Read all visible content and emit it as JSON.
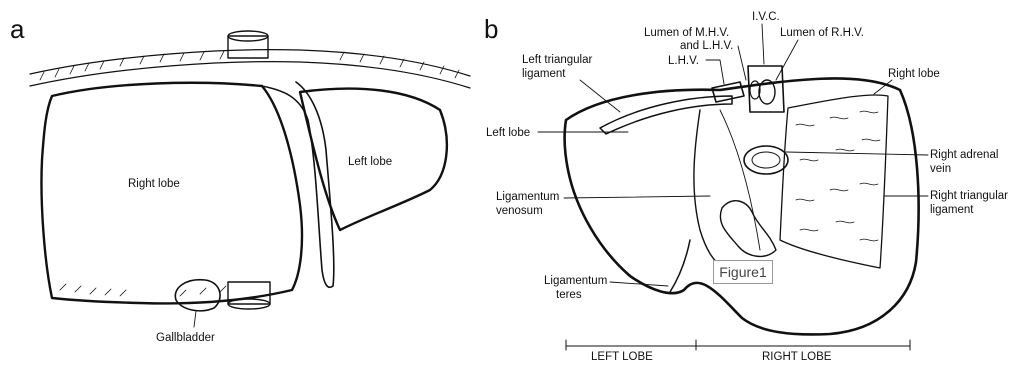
{
  "panels": {
    "a": "a",
    "b": "b"
  },
  "panel_a": {
    "right_lobe": "Right lobe",
    "left_lobe": "Left lobe",
    "gallbladder": "Gallbladder"
  },
  "panel_b": {
    "lumen_mhv_line1": "Lumen of M.H.V.",
    "lumen_mhv_line2": "and L.H.V.",
    "ivc": "I.V.C.",
    "lumen_rhv": "Lumen of R.H.V.",
    "lhv": "L.H.V.",
    "left_triangular_line1": "Left triangular",
    "left_triangular_line2": "ligament",
    "right_lobe": "Right lobe",
    "left_lobe": "Left lobe",
    "right_adrenal_line1": "Right adrenal",
    "right_adrenal_line2": "vein",
    "lig_venosum_line1": "Ligamentum",
    "lig_venosum_line2": "venosum",
    "right_triangular_line1": "Right triangular",
    "right_triangular_line2": "ligament",
    "lig_teres_line1": "Ligamentum",
    "lig_teres_line2": "teres",
    "bottom_left": "LEFT LOBE",
    "bottom_right": "RIGHT LOBE"
  },
  "figure_tag": "Figure1"
}
